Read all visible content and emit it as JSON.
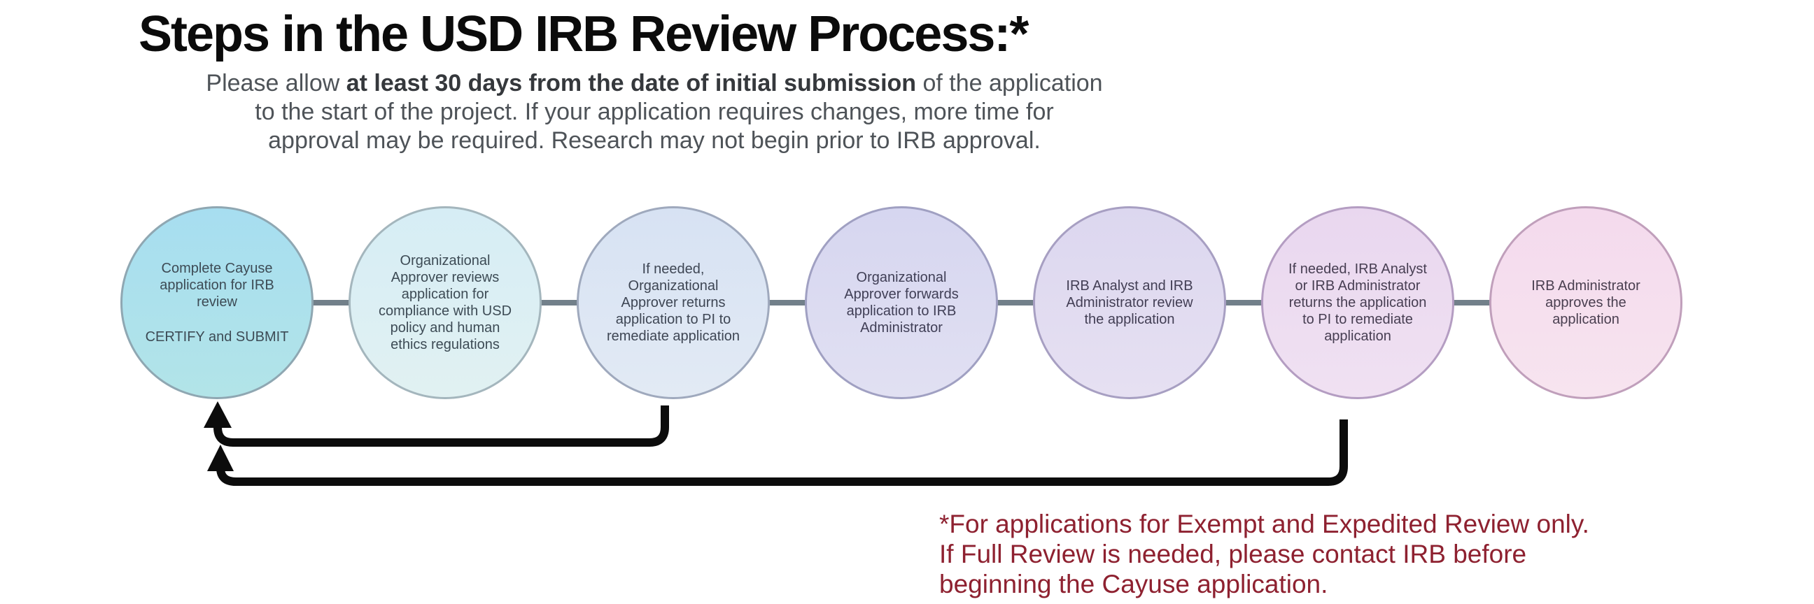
{
  "title": "Steps in the USD IRB Review Process:*",
  "subtitle": {
    "line1_pre": "Please allow ",
    "line1_bold": "at least 30 days from the date of initial submission",
    "line1_post": " of the application",
    "line2": "to the start of the project. If your application requires changes, more time for",
    "line3": "approval may be required. Research may not begin prior to IRB approval."
  },
  "flow": {
    "connector_color": "#72808a",
    "arrow_color": "#0c0c0c",
    "steps": [
      {
        "label": "Complete Cayuse application for IRB review",
        "sublabel": "CERTIFY and SUBMIT",
        "fill_top": "#a7def0",
        "fill_bottom": "#b2e4e8",
        "border": "#8fa7b2",
        "text_color": "#3d4b55"
      },
      {
        "label": "Organizational Approver reviews application for compliance with USD policy and human ethics regulations",
        "fill_top": "#d6edf5",
        "fill_bottom": "#e1f1f2",
        "border": "#a4b6bd",
        "text_color": "#3d4b55"
      },
      {
        "label": "If needed, Organizational Approver returns application to PI to remediate application",
        "fill_top": "#d7e2f3",
        "fill_bottom": "#e2eaf4",
        "border": "#9fa9bd",
        "text_color": "#3e4654"
      },
      {
        "label": "Organizational Approver forwards application to IRB Administrator",
        "fill_top": "#d6d6f0",
        "fill_bottom": "#e1e0f2",
        "border": "#a0a0c2",
        "text_color": "#403f56"
      },
      {
        "label": "IRB Analyst and IRB Administrator review the application",
        "fill_top": "#dcd7ef",
        "fill_bottom": "#e6e0f2",
        "border": "#a79fc2",
        "text_color": "#423e54"
      },
      {
        "label": "If needed, IRB Analyst or IRB Administrator returns the application to PI to remediate application",
        "fill_top": "#e9d7ef",
        "fill_bottom": "#f0e1f2",
        "border": "#b49dc2",
        "text_color": "#473e52"
      },
      {
        "label": "IRB Administrator approves the application",
        "fill_top": "#f4daed",
        "fill_bottom": "#f7e4ef",
        "border": "#c09fbb",
        "text_color": "#4a3f50"
      }
    ]
  },
  "footnote": {
    "color": "#8e2130",
    "line1": "*For applications for Exempt and Expedited Review only.",
    "line2": "If Full Review is needed, please contact IRB before",
    "line3": "beginning the Cayuse application."
  }
}
